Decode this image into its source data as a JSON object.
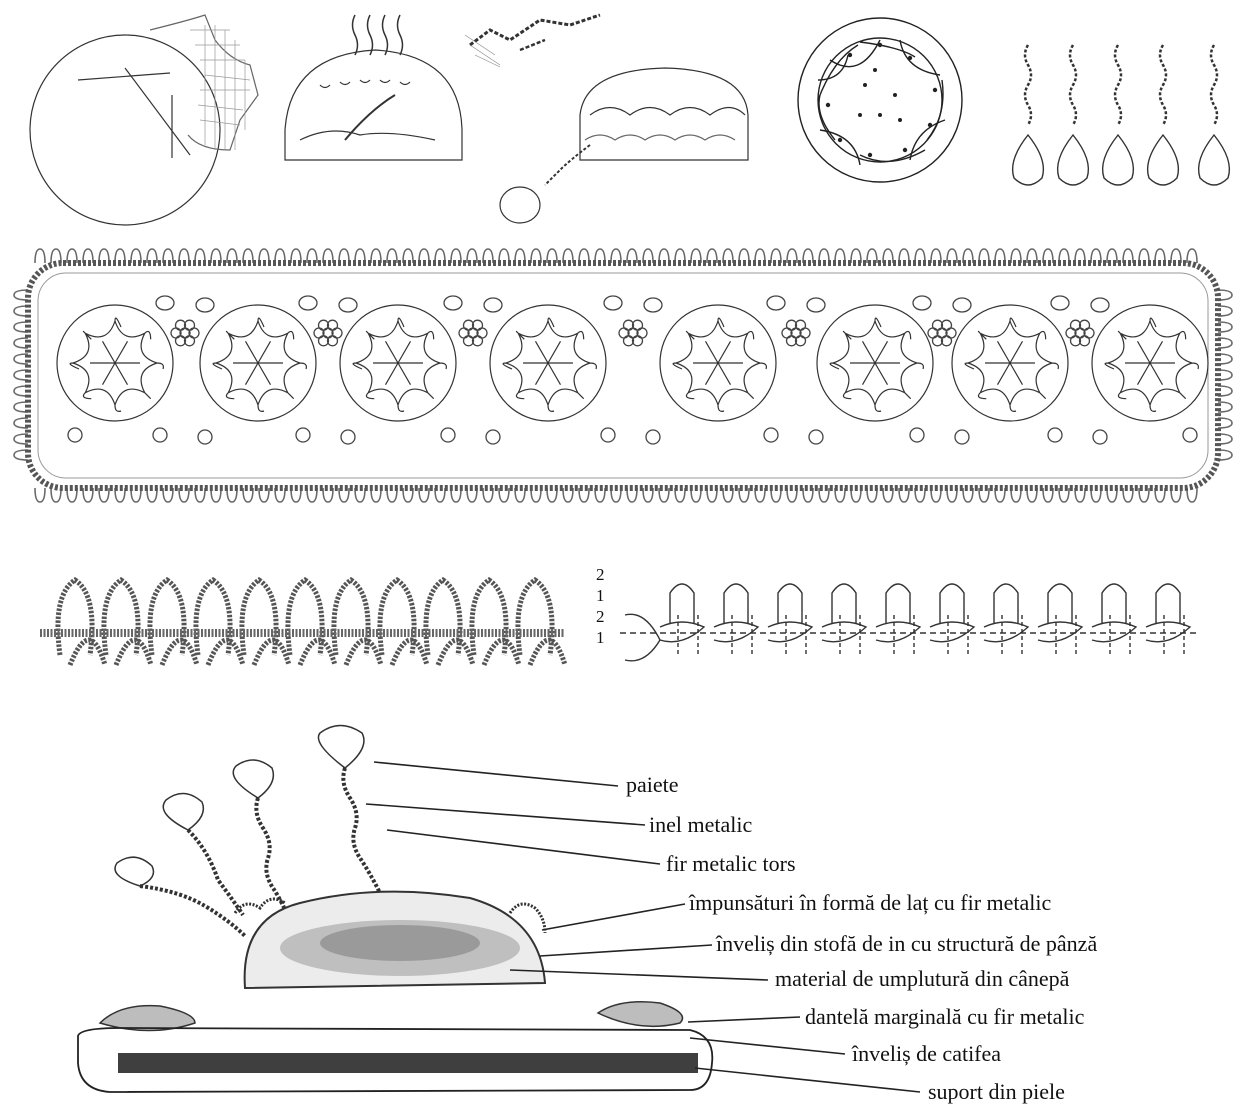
{
  "layer_numbers": [
    "2",
    "1",
    "2",
    "1"
  ],
  "labels": {
    "paiete": "paiete",
    "inel_metalic": "inel metalic",
    "fir_metalic_tors": "fir metalic tors",
    "impunsaturi": "împunsături în formă de laț cu fir metalic",
    "invelis_stofa": "înveliș din stofă de in cu structură de pânză",
    "material_umplutura": "material de umplutură din cânepă",
    "dantela": "dantelă marginală cu fir metalic",
    "invelis_catifea": "înveliș de catifea",
    "suport_piele": "suport din piele"
  },
  "colors": {
    "ink": "#2a2a2a",
    "texture": "#8a8a8a",
    "paper": "#ffffff"
  }
}
